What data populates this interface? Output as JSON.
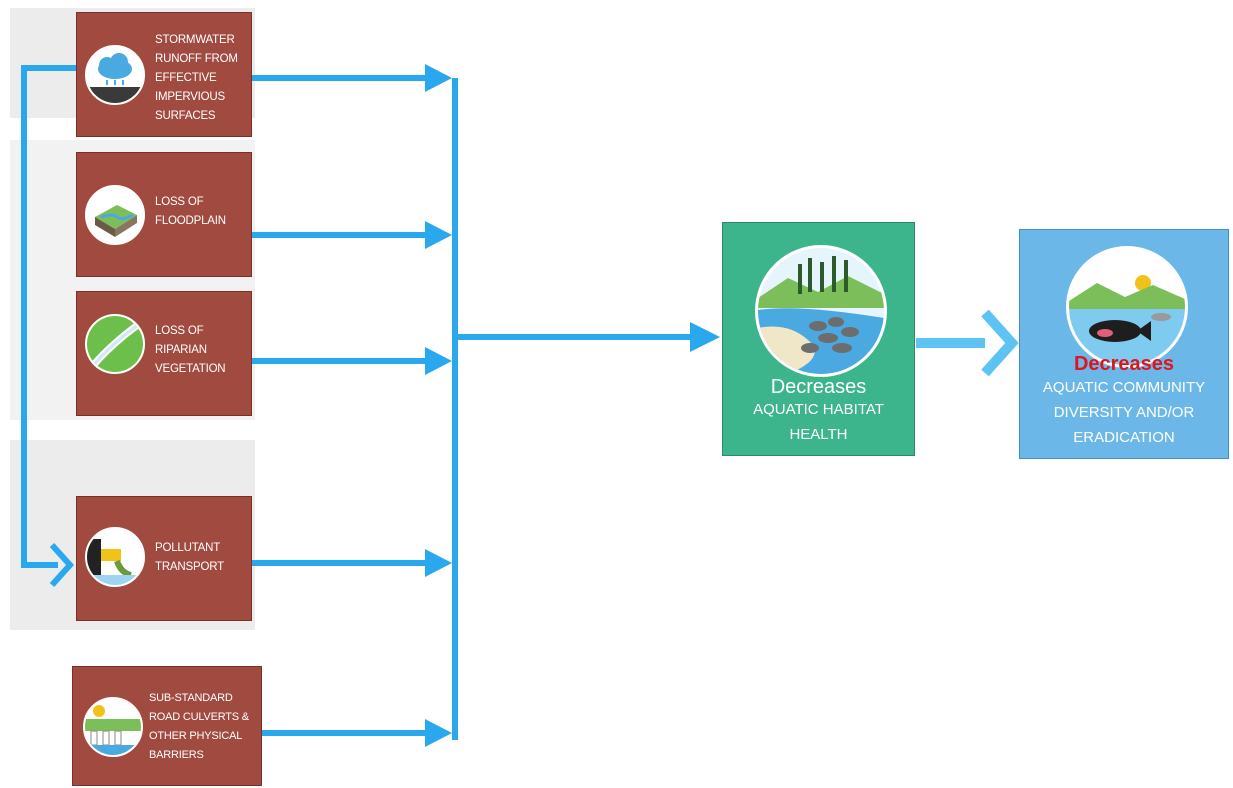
{
  "causes": [
    {
      "label": "STORMWATER\nRUNOFF FROM\nEFFECTIVE\nIMPERVIOUS\nSURFACES",
      "icon": "storm-cloud-icon"
    },
    {
      "label": "LOSS OF\nFLOODPLAIN",
      "icon": "floodplain-icon"
    },
    {
      "label": "LOSS OF\nRIPARIAN\nVEGETATION",
      "icon": "riparian-icon"
    },
    {
      "label": "POLLUTANT\nTRANSPORT",
      "icon": "pollutant-pipe-icon"
    },
    {
      "label": "SUB-STANDARD\nROAD CULVERTS &\nOTHER PHYSICAL\nBARRIERS",
      "icon": "culvert-icon"
    }
  ],
  "habitat": {
    "decreases": "Decreases",
    "title": "AQUATIC HABITAT\nHEALTH",
    "icon": "river-habitat-icon"
  },
  "community": {
    "decreases": "Decreases",
    "title": "AQUATIC COMMUNITY\nDIVERSITY AND/OR\nERADICATION",
    "icon": "fish-community-icon"
  },
  "colors": {
    "cause_box": "#a04a40",
    "arrow": "#2aa8ee",
    "habitat_box": "#3db58c",
    "community_box": "#6bb8e8",
    "decreases_red": "#e0141e"
  }
}
